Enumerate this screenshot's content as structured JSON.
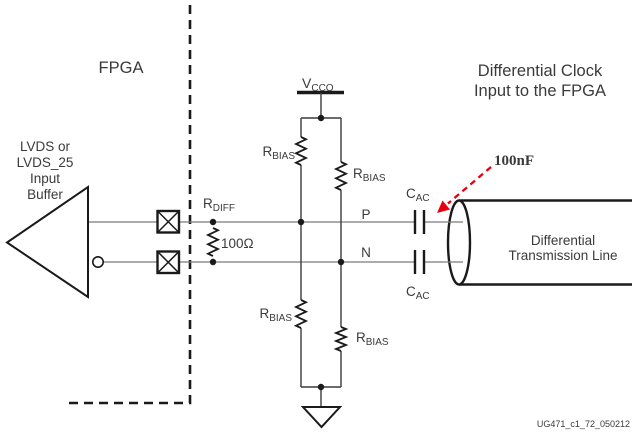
{
  "colors": {
    "line": "#1a1a1a",
    "rail": "#3c3c3c",
    "wire": "#7a7a7a",
    "text": "#3a3a3a",
    "annotation_red": "#e8000d",
    "footer_gray": "#6e6e6e"
  },
  "fpga_region": {
    "label": "FPGA"
  },
  "buffer_label": {
    "line1": "LVDS or",
    "line2": "LVDS_25",
    "line3": "Input",
    "line4": "Buffer"
  },
  "title": {
    "line1": "Differential Clock",
    "line2": "Input to the FPGA"
  },
  "power": {
    "base": "V",
    "sub": "CCO"
  },
  "resistors": {
    "rbias": {
      "base": "R",
      "sub": "BIAS"
    },
    "rdiff": {
      "base": "R",
      "sub": "DIFF"
    },
    "rdiff_value": "100Ω"
  },
  "capacitors": {
    "cac": {
      "base": "C",
      "sub": "AC"
    },
    "annotation": "100nF"
  },
  "signals": {
    "p": "P",
    "n": "N"
  },
  "transmission_line": {
    "line1": "Differential",
    "line2": "Transmission Line"
  },
  "footer": "UG471_c1_72_050212"
}
